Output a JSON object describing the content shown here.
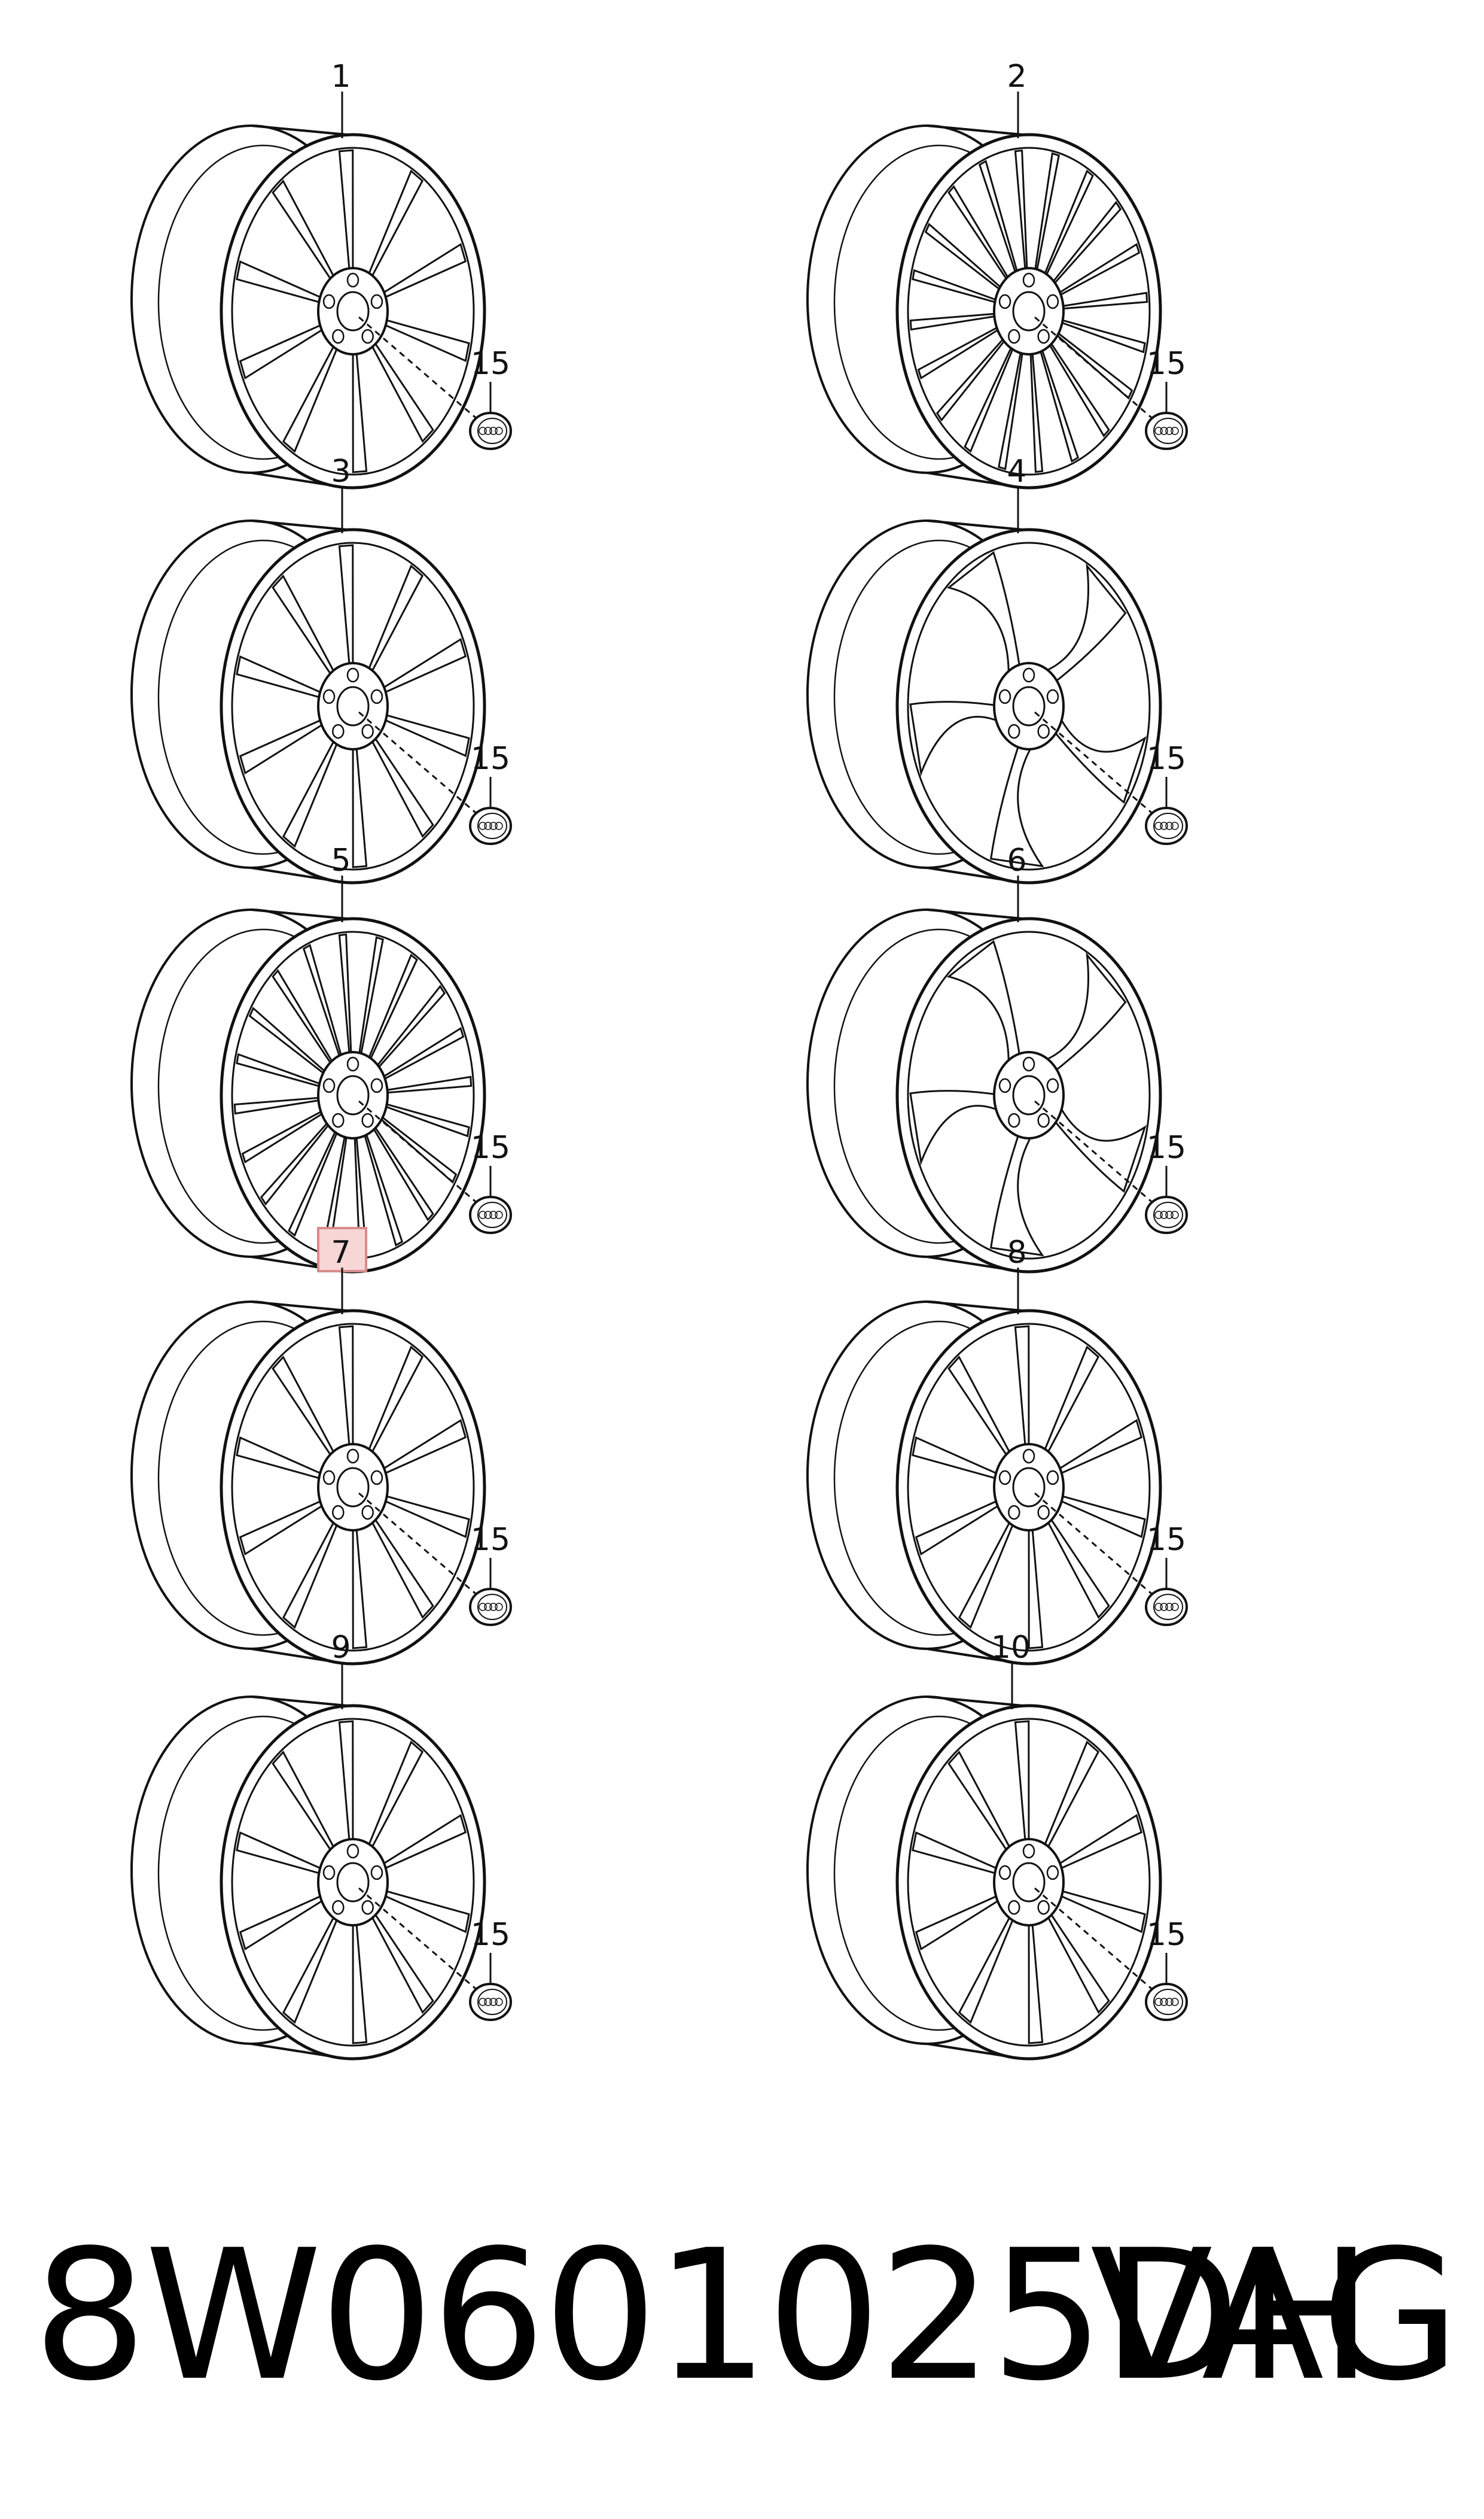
{
  "diagram": {
    "highlight_color": "#f7d6d6",
    "line_color": "#111111",
    "wheels": [
      {
        "label": "1",
        "cap_label": "15",
        "spokes": 10,
        "style": "twin-spoke"
      },
      {
        "label": "2",
        "cap_label": "15",
        "spokes": 20,
        "style": "multi-spoke"
      },
      {
        "label": "3",
        "cap_label": "15",
        "spokes": 10,
        "style": "v-spoke"
      },
      {
        "label": "4",
        "cap_label": "15",
        "spokes": 5,
        "style": "rotor"
      },
      {
        "label": "5",
        "cap_label": "15",
        "spokes": 20,
        "style": "multi-spoke"
      },
      {
        "label": "6",
        "cap_label": "15",
        "spokes": 5,
        "style": "rotor"
      },
      {
        "label": "7",
        "cap_label": "15",
        "spokes": 10,
        "style": "v-spoke",
        "highlighted": true
      },
      {
        "label": "8",
        "cap_label": "15",
        "spokes": 10,
        "style": "twin-spoke"
      },
      {
        "label": "9",
        "cap_label": "15",
        "spokes": 10,
        "style": "v-spoke"
      },
      {
        "label": "10",
        "cap_label": "15",
        "spokes": 10,
        "style": "twin-spoke"
      }
    ]
  },
  "footer": {
    "part_number": "8W0601025DH",
    "brand": "VAG"
  }
}
